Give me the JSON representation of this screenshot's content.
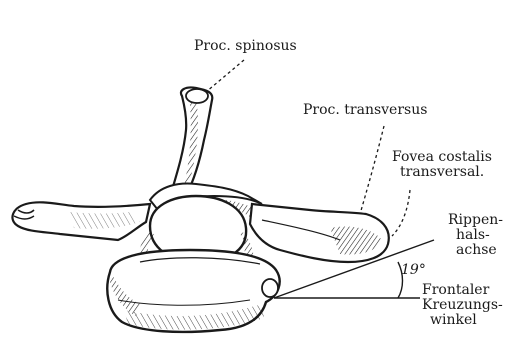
{
  "colors": {
    "ink": "#1a1a1a",
    "background": "#ffffff"
  },
  "labels": {
    "proc_spinosus": "Proc. spinosus",
    "proc_transversus": "Proc. transversus",
    "fovea_costalis": [
      "Fovea costalis",
      "transversal."
    ],
    "rippenhalsachse": [
      "Rippen-",
      "hals-",
      "achse"
    ],
    "angle": "19°",
    "frontaler_kreuzungswinkel": [
      "Frontaler",
      "Kreuzungs-",
      "winkel"
    ]
  }
}
